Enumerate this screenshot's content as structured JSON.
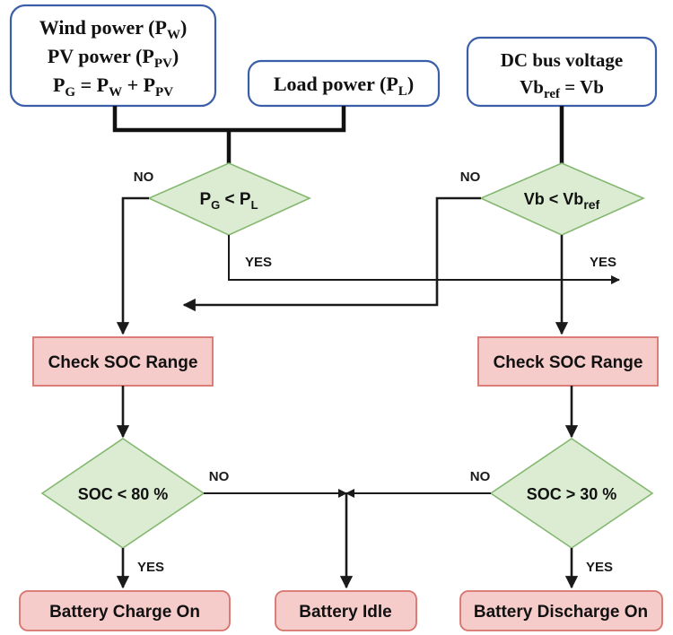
{
  "diagram": {
    "title": "Battery energy management flowchart",
    "colors": {
      "io_fill": "#ffffff",
      "io_stroke": "#3a5fa8",
      "decision_fill": "#dcecd2",
      "decision_stroke": "#84b870",
      "process_fill": "#f6ccca",
      "process_stroke": "#d8726c",
      "connector": "#1a1a1a",
      "background": "#ffffff"
    },
    "inputs": [
      {
        "id": "generation-input",
        "lines": [
          {
            "text": "Wind power (P",
            "sub": "W",
            "tail": ")"
          },
          {
            "text": "PV power (P",
            "sub": "PV",
            "tail": ")"
          },
          {
            "text": "P",
            "sub": "G",
            "tail": " = P"
          }
        ],
        "line1_main": "Wind power (P",
        "line1_sub": "W",
        "line1_tail": ")",
        "line2_main": "PV power (P",
        "line2_sub": "PV",
        "line2_tail": ")",
        "line3_a": "P",
        "line3_a_sub": "G",
        "line3_b": " = P",
        "line3_b_sub": "W",
        "line3_c": " + P",
        "line3_c_sub": "PV"
      },
      {
        "id": "load-input",
        "main": "Load power (P",
        "sub": "L",
        "tail": ")"
      },
      {
        "id": "dcbus-input",
        "line1": "DC bus voltage",
        "line2_a": "Vb",
        "line2_sub": "ref",
        "line2_b": " = Vb"
      }
    ],
    "decisions": [
      {
        "id": "decision-pg-pl",
        "main_a": "P",
        "sub_a": "G",
        "op": " < ",
        "main_b": "P",
        "sub_b": "L",
        "yes_label": "YES",
        "no_label": "NO"
      },
      {
        "id": "decision-vb-vbref",
        "main_a": "Vb",
        "op": " < ",
        "main_b": "Vb",
        "sub_b": "ref",
        "yes_label": "YES",
        "no_label": "NO"
      },
      {
        "id": "decision-soc-80",
        "label": "SOC < 80 %",
        "yes_label": "YES",
        "no_label": "NO"
      },
      {
        "id": "decision-soc-30",
        "label": "SOC > 30 %",
        "yes_label": "YES",
        "no_label": "NO"
      }
    ],
    "processes": [
      {
        "id": "check-soc-left",
        "label": "Check SOC Range"
      },
      {
        "id": "check-soc-right",
        "label": "Check SOC Range"
      },
      {
        "id": "battery-charge-on",
        "label": "Battery Charge On"
      },
      {
        "id": "battery-idle",
        "label": "Battery Idle"
      },
      {
        "id": "battery-discharge-on",
        "label": "Battery Discharge On"
      }
    ]
  }
}
